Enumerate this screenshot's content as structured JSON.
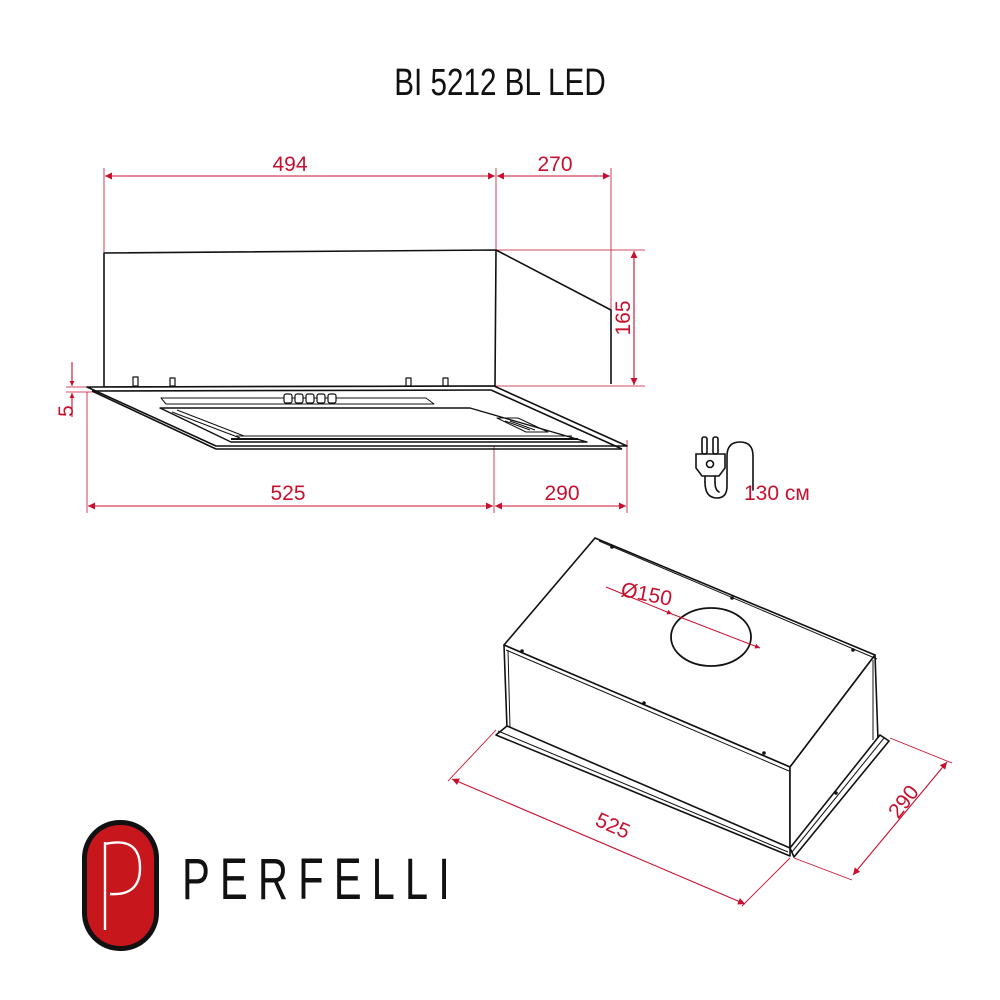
{
  "title": "BI 5212 BL LED",
  "brand": {
    "name": "PERFELLI",
    "monogram": "P",
    "color": "#c8161d"
  },
  "colors": {
    "dimension": "#c8102e",
    "outline": "#111111",
    "background": "#ffffff"
  },
  "front_view": {
    "dimensions": {
      "top_width": "494",
      "top_depth": "270",
      "height": "165",
      "panel_thickness": "5",
      "bottom_width": "525",
      "bottom_depth": "290"
    },
    "control_buttons": 5
  },
  "power_cord": {
    "icon": "plug-cord-icon",
    "length": "130 см"
  },
  "iso_view": {
    "dimensions": {
      "duct_diameter": "Ø150",
      "length": "525",
      "depth": "290"
    }
  },
  "units": "mm"
}
